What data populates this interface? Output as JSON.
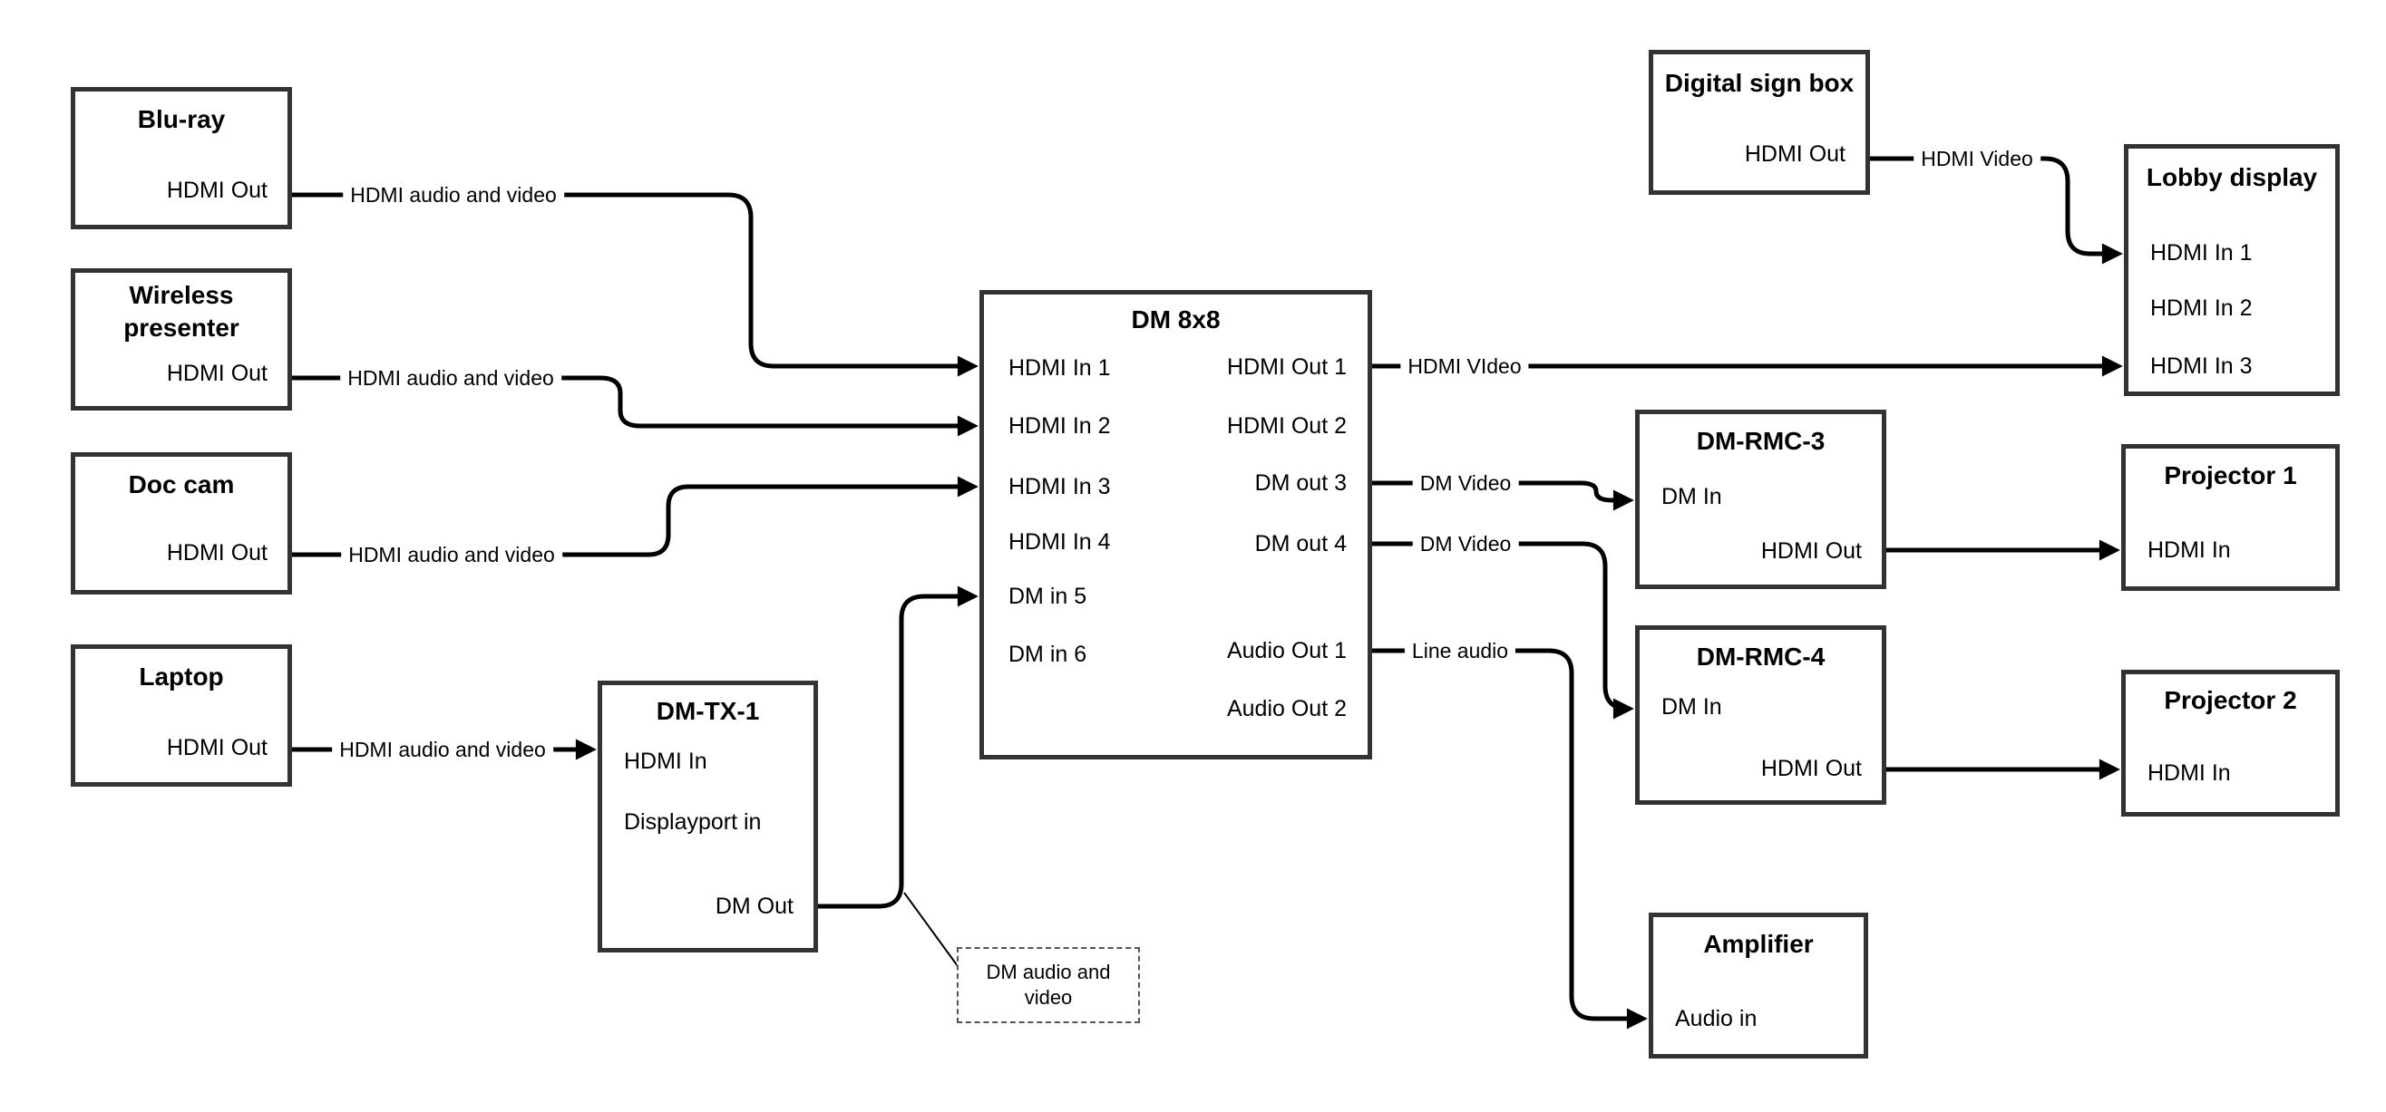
{
  "nodes": {
    "bluray": {
      "title": "Blu-ray",
      "ports": {
        "hdmi_out": "HDMI Out"
      }
    },
    "wireless_presenter": {
      "title": "Wireless presenter",
      "ports": {
        "hdmi_out": "HDMI Out"
      }
    },
    "doc_cam": {
      "title": "Doc cam",
      "ports": {
        "hdmi_out": "HDMI Out"
      }
    },
    "laptop": {
      "title": "Laptop",
      "ports": {
        "hdmi_out": "HDMI Out"
      }
    },
    "dm_tx_1": {
      "title": "DM-TX-1",
      "ports": {
        "hdmi_in": "HDMI In",
        "displayport_in": "Displayport in",
        "dm_out": "DM Out"
      }
    },
    "dm_8x8": {
      "title": "DM 8x8",
      "inputs": [
        "HDMI In 1",
        "HDMI In 2",
        "HDMI In 3",
        "HDMI In 4",
        "DM in 5",
        "DM in 6"
      ],
      "outputs": [
        "HDMI Out 1",
        "HDMI Out 2",
        "DM out 3",
        "DM out 4",
        "Audio Out 1",
        "Audio Out 2"
      ]
    },
    "digital_sign_box": {
      "title": "Digital sign box",
      "ports": {
        "hdmi_out": "HDMI Out"
      }
    },
    "lobby_display": {
      "title": "Lobby display",
      "ports": {
        "hdmi_in_1": "HDMI In 1",
        "hdmi_in_2": "HDMI In 2",
        "hdmi_in_3": "HDMI In 3"
      }
    },
    "dm_rmc_3": {
      "title": "DM-RMC-3",
      "ports": {
        "dm_in": "DM In",
        "hdmi_out": "HDMI Out"
      }
    },
    "dm_rmc_4": {
      "title": "DM-RMC-4",
      "ports": {
        "dm_in": "DM In",
        "hdmi_out": "HDMI Out"
      }
    },
    "projector_1": {
      "title": "Projector 1",
      "ports": {
        "hdmi_in": "HDMI In"
      }
    },
    "projector_2": {
      "title": "Projector 2",
      "ports": {
        "hdmi_in": "HDMI In"
      }
    },
    "amplifier": {
      "title": "Amplifier",
      "ports": {
        "audio_in": "Audio in"
      }
    }
  },
  "edge_labels": {
    "bluray_to_dm8x8": "HDMI audio and video",
    "wireless_to_dm8x8": "HDMI audio and video",
    "doccam_to_dm8x8": "HDMI audio and video",
    "laptop_to_dmtx1": "HDMI audio and video",
    "hdmi_out_1": "HDMI VIdeo",
    "dm_out_3": "DM Video",
    "dm_out_4": "DM Video",
    "audio_out_1": "Line audio",
    "sign_to_lobby": "HDMI Video"
  },
  "note": {
    "text": "DM audio and video"
  },
  "colors": {
    "line": "#000000",
    "box_border": "#333333",
    "background": "#ffffff",
    "text": "#000000"
  }
}
